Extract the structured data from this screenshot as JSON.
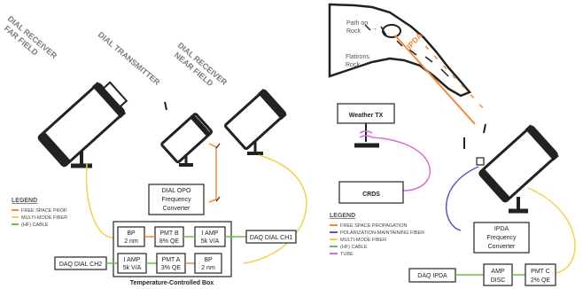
{
  "left_panel": {
    "labels": {
      "far_field": [
        "DIAL RECEIVER",
        "FAR FIELD"
      ],
      "transmitter": "DIAL TRANSMITTER",
      "near_field": [
        "DIAL RECEIVER",
        "NEAR FIELD"
      ]
    },
    "opo_box": [
      "DIAL OPO",
      "Frequency",
      "Converter"
    ],
    "legend": {
      "title": "LEGEND",
      "items": [
        {
          "label": "FREE SPACE PROP.",
          "color": "#f08a3c"
        },
        {
          "label": "MULTI-MODE FIBER",
          "color": "#f2d24a"
        },
        {
          "label": "(HF) CABLE",
          "color": "#6bbf4a"
        }
      ]
    },
    "boxes": {
      "bp1": [
        "BP",
        "2 nm"
      ],
      "pmtb": [
        "PMT B",
        "8% QE"
      ],
      "iamp1": [
        "I AMP",
        "5k V/A"
      ],
      "daq1": "DAQ DIAL CH1",
      "daq2": "DAQ DIAL CH2",
      "iamp2": [
        "I AMP",
        "5k V/A"
      ],
      "pmta": [
        "PMT A",
        "3% QE"
      ],
      "bp2": [
        "BP",
        "2 nm"
      ]
    },
    "enclosure_label": "Temperature-Controlled Box"
  },
  "right_panel": {
    "rock": {
      "path_label": [
        "Path on",
        "Rock"
      ],
      "flatirons": [
        "Flatirons",
        "Rock"
      ],
      "ipda_label": "IPDA"
    },
    "weather_tx": "Weather TX",
    "crds": "CRDS",
    "ipda_box": [
      "IPDA",
      "Frequency",
      "Converter"
    ],
    "legend": {
      "title": "LEGEND",
      "items": [
        {
          "label": "FREE SPACE PROPAGATION",
          "color": "#f08a3c"
        },
        {
          "label": "POLARIZATION-MAINTAINING FIBER",
          "color": "#6a4fc4"
        },
        {
          "label": "MULTI-MODE FIBER",
          "color": "#f2d24a"
        },
        {
          "label": "(HF) CABLE",
          "color": "#6bbf4a"
        },
        {
          "label": "TUBE",
          "color": "#d96ad6"
        }
      ]
    },
    "boxes": {
      "daq_ipda": "DAQ IPDA",
      "amp_disc": [
        "AMP",
        "DISC"
      ],
      "pmtc": [
        "PMT C",
        "2% QE"
      ]
    }
  }
}
